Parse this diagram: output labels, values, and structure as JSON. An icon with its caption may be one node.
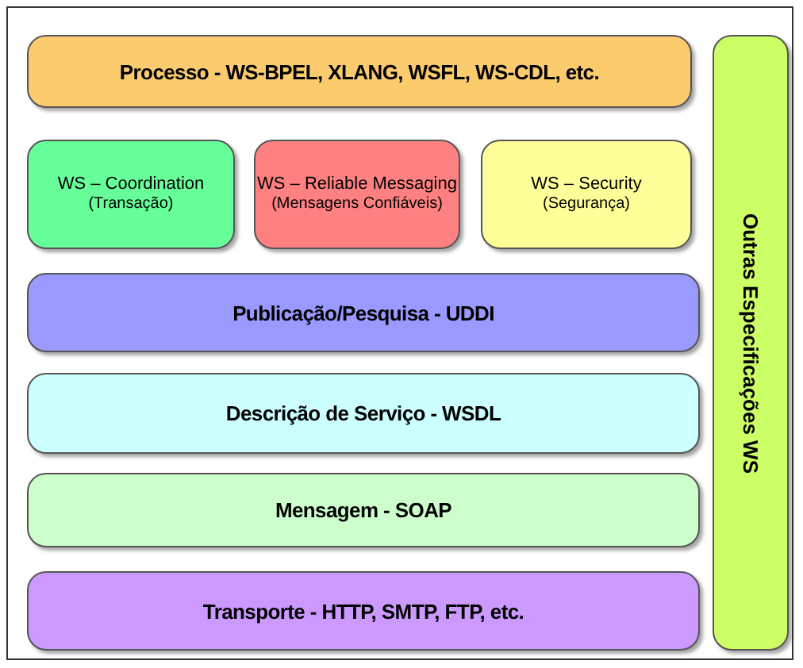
{
  "diagram": {
    "nodes": [
      {
        "text": [
          "Processo - WS-BPEL, XLANG, WSFL, WS-CDL, etc."
        ]
      },
      {
        "text": [
          "WS – Coordination",
          "(Transação)"
        ]
      },
      {
        "text": [
          "WS – Reliable Messaging",
          "(Mensagens Confiáveis)"
        ]
      },
      {
        "text": [
          "WS – Security",
          "(Segurança)"
        ]
      },
      {
        "text": [
          "Publicação/Pesquisa - UDDI"
        ]
      },
      {
        "text": [
          "Descrição de Serviço - WSDL"
        ]
      },
      {
        "text": [
          "Mensagem - SOAP"
        ]
      },
      {
        "text": [
          "Transporte - HTTP, SMTP, FTP, etc."
        ]
      },
      {
        "text": [
          "Outras Especificações WS"
        ]
      }
    ]
  }
}
